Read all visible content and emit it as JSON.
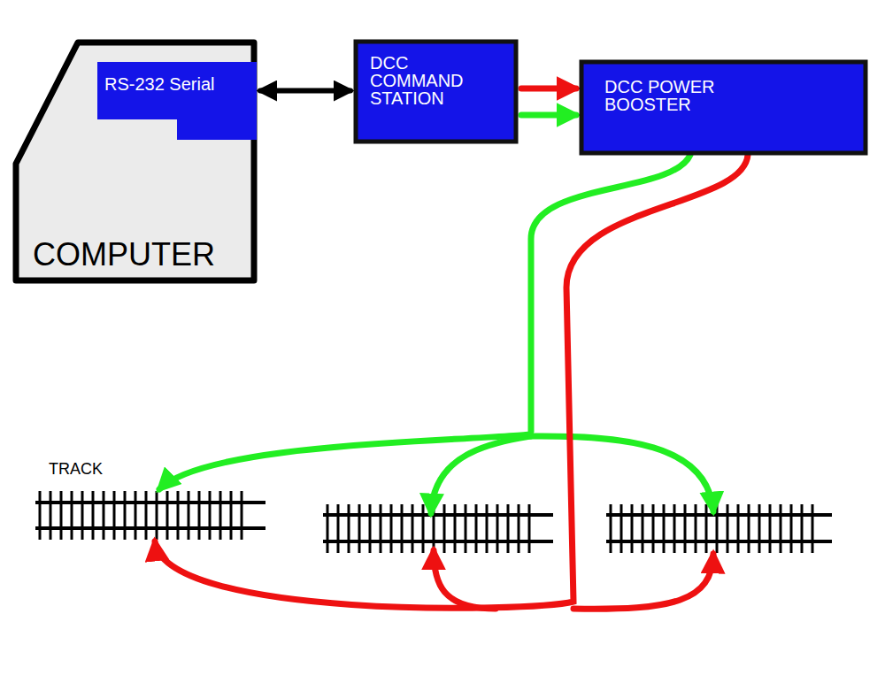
{
  "diagram": {
    "nodes": [
      {
        "text": [
          "COMPUTER"
        ]
      },
      {
        "text": [
          "RS-232 Serial"
        ],
        "in": 0
      },
      {
        "text": [
          "DCC COMMAND STATION"
        ]
      },
      {
        "text": [
          "DCC POWER BOOSTER"
        ]
      },
      {
        "text": [
          "TRACK"
        ]
      }
    ],
    "edges": [
      {
        "from": 1,
        "to": 2,
        "arrow": "both"
      },
      {
        "from": 2,
        "to": 3,
        "arrow": "to"
      },
      {
        "from": 2,
        "to": 3,
        "arrow": "to"
      },
      {
        "from": 3,
        "to": 4,
        "arrow": "to"
      },
      {
        "from": 3,
        "to": 4,
        "arrow": "to"
      }
    ]
  }
}
